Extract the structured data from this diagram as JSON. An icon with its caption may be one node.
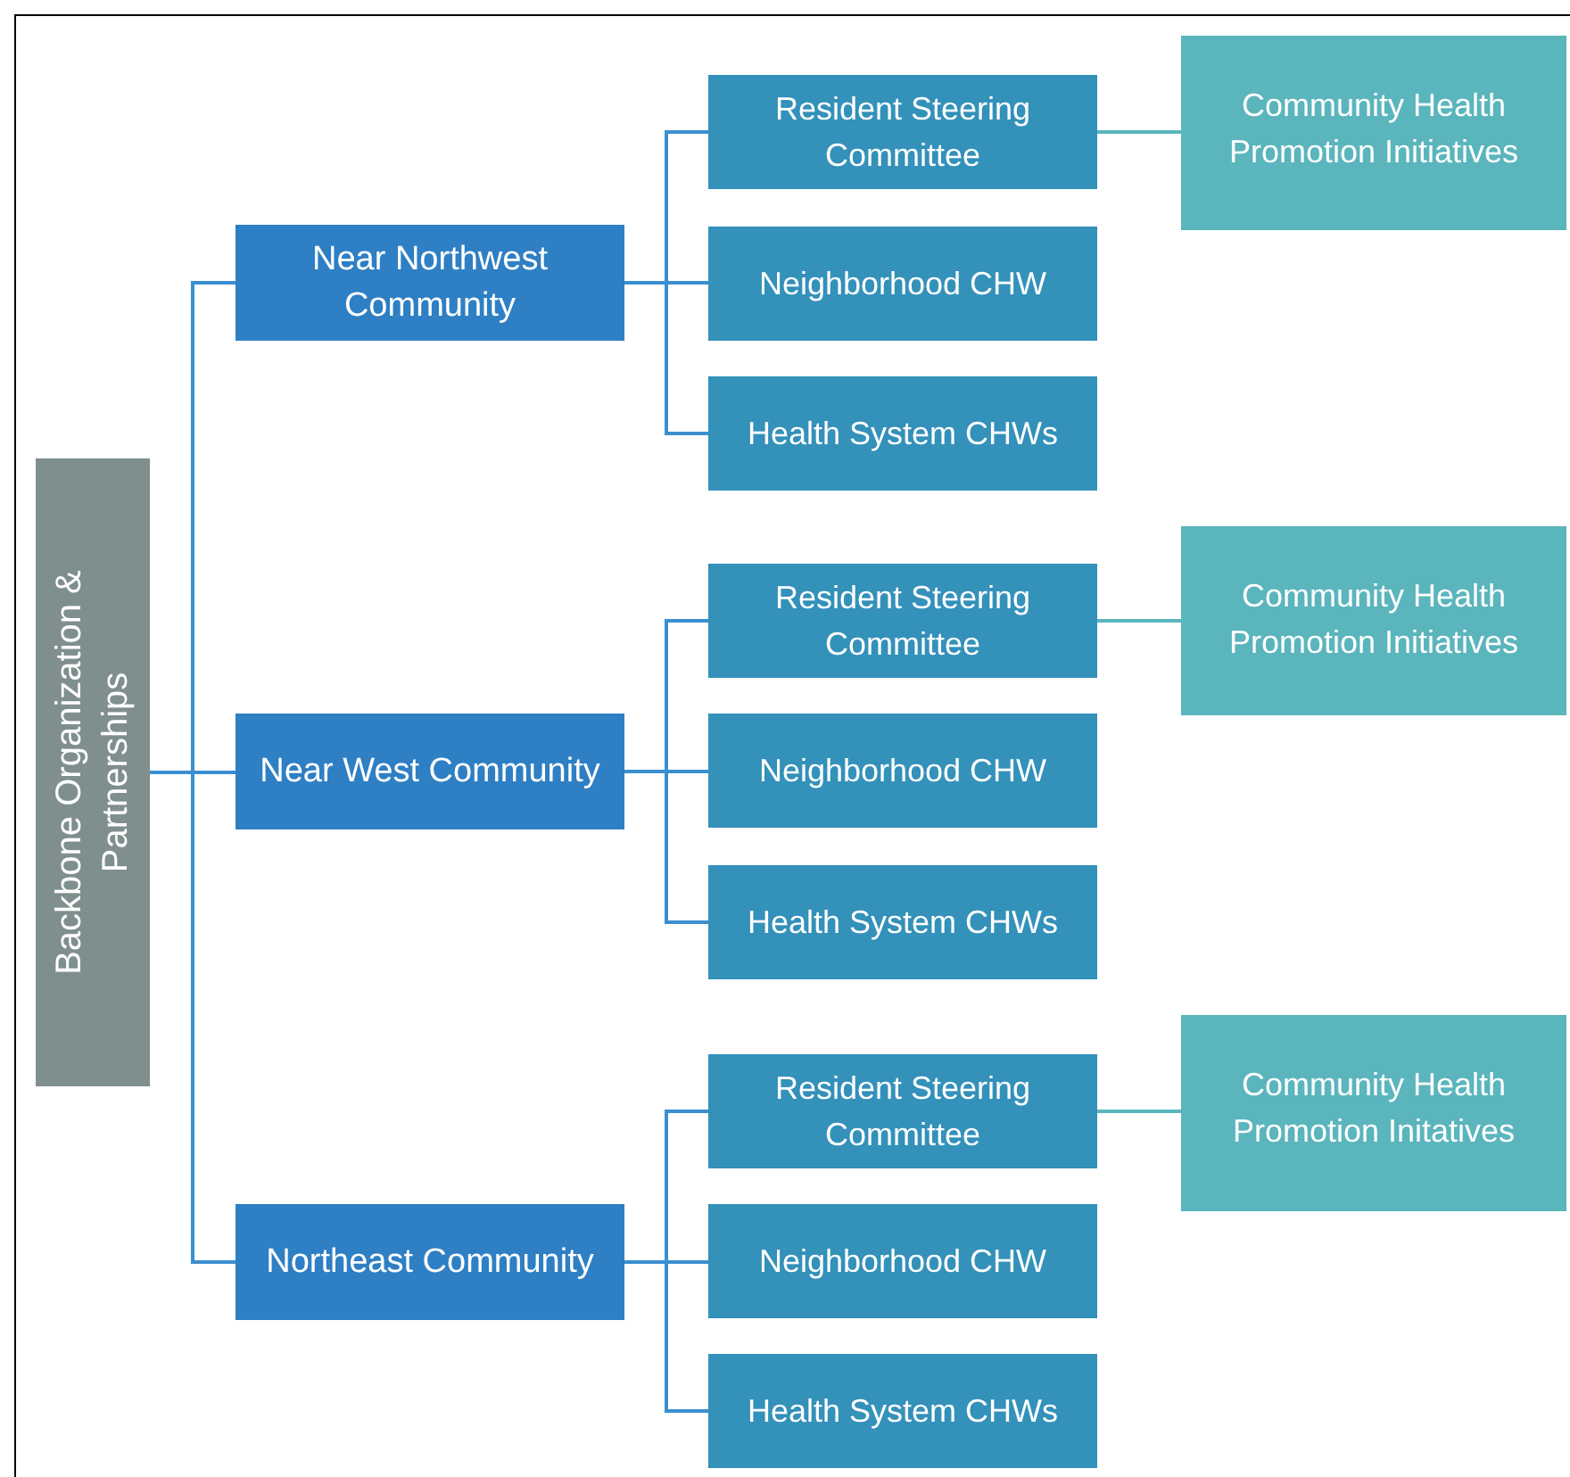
{
  "diagram": {
    "nodes": [
      {
        "text": [
          "Backbone Organization & Partnerships"
        ]
      },
      {
        "text": [
          "Near Northwest Community"
        ]
      },
      {
        "text": [
          "Resident Steering Committee"
        ]
      },
      {
        "text": [
          "Community Health Promotion Initiatives"
        ]
      },
      {
        "text": [
          "Neighborhood CHW"
        ]
      },
      {
        "text": [
          "Health System CHWs"
        ]
      },
      {
        "text": [
          "Near West Community"
        ]
      },
      {
        "text": [
          "Resident Steering Committee"
        ]
      },
      {
        "text": [
          "Community Health Promotion Initiatives"
        ]
      },
      {
        "text": [
          "Neighborhood CHW"
        ]
      },
      {
        "text": [
          "Health System CHWs"
        ]
      },
      {
        "text": [
          "Northeast Community"
        ]
      },
      {
        "text": [
          "Resident Steering Committee"
        ]
      },
      {
        "text": [
          "Community Health Promotion Initatives"
        ]
      },
      {
        "text": [
          "Neighborhood CHW"
        ]
      },
      {
        "text": [
          "Health System CHWs"
        ]
      }
    ],
    "edges": [
      {
        "from": 0,
        "to": 1,
        "arrow": "none"
      },
      {
        "from": 0,
        "to": 6,
        "arrow": "none"
      },
      {
        "from": 0,
        "to": 11,
        "arrow": "none"
      },
      {
        "from": 1,
        "to": 2,
        "arrow": "none"
      },
      {
        "from": 1,
        "to": 4,
        "arrow": "none"
      },
      {
        "from": 1,
        "to": 5,
        "arrow": "none"
      },
      {
        "from": 2,
        "to": 3,
        "arrow": "none",
        "color": "#5bb5bd"
      },
      {
        "from": 6,
        "to": 7,
        "arrow": "none"
      },
      {
        "from": 6,
        "to": 9,
        "arrow": "none"
      },
      {
        "from": 6,
        "to": 10,
        "arrow": "none"
      },
      {
        "from": 7,
        "to": 8,
        "arrow": "none",
        "color": "#5bb5bd"
      },
      {
        "from": 11,
        "to": 12,
        "arrow": "none"
      },
      {
        "from": 11,
        "to": 14,
        "arrow": "none"
      },
      {
        "from": 11,
        "to": 15,
        "arrow": "none"
      },
      {
        "from": 12,
        "to": 13,
        "arrow": "none",
        "color": "#5bb5bd"
      }
    ]
  }
}
